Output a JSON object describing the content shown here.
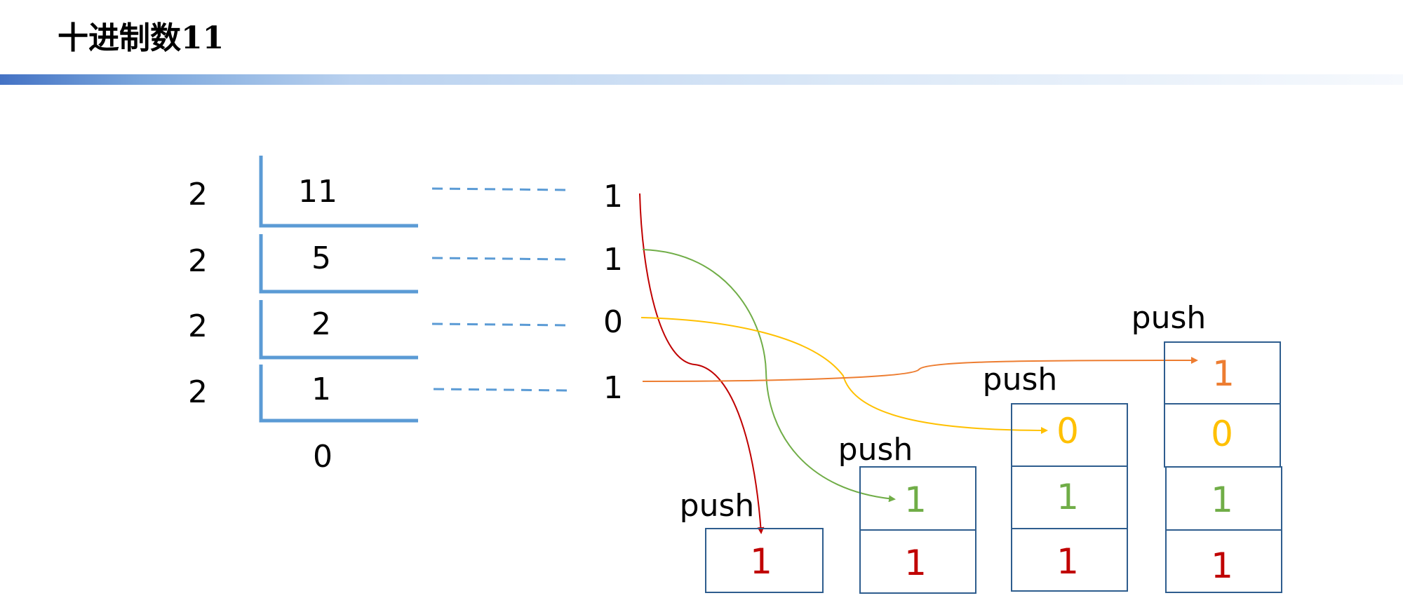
{
  "title": "十进制数11",
  "divisions": [
    {
      "divisor": "2",
      "dividend": "11",
      "remainder": "1"
    },
    {
      "divisor": "2",
      "dividend": "5",
      "remainder": "1"
    },
    {
      "divisor": "2",
      "dividend": "2",
      "remainder": "0"
    },
    {
      "divisor": "2",
      "dividend": "1",
      "remainder": "1"
    }
  ],
  "final_quotient": "0",
  "push_label": "push",
  "stacks": [
    [
      "1"
    ],
    [
      "1",
      "1"
    ],
    [
      "1",
      "1",
      "0"
    ],
    [
      "1",
      "1",
      "0",
      "1"
    ]
  ],
  "colors": {
    "divider_blue": "#5b9bd5",
    "box_border": "#2e5d8e",
    "red": "#c00000",
    "green": "#70ad47",
    "yellow": "#ffc000",
    "orange": "#ed7d31"
  }
}
